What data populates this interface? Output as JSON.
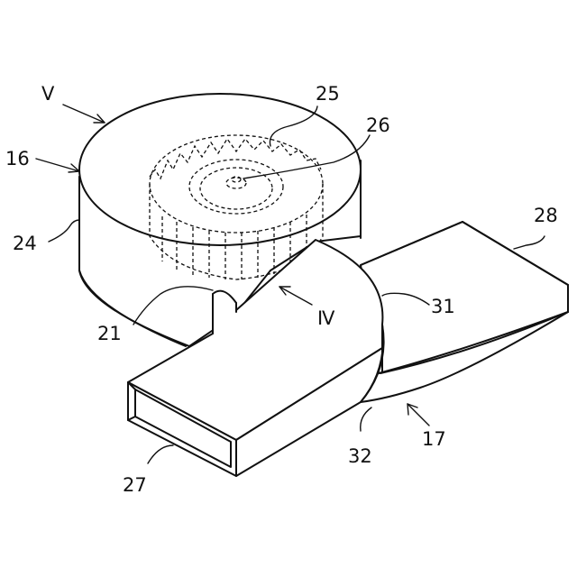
{
  "figure": {
    "labels": {
      "view_v": "V",
      "housing": "16",
      "fan": "25",
      "motor": "26",
      "outer_wall": "24",
      "tongue": "21",
      "view_iv": "Ⅳ",
      "outlet_opening": "27",
      "duct": "28",
      "bend_upper": "31",
      "bend_lower": "32",
      "duct_assembly": "17"
    }
  }
}
